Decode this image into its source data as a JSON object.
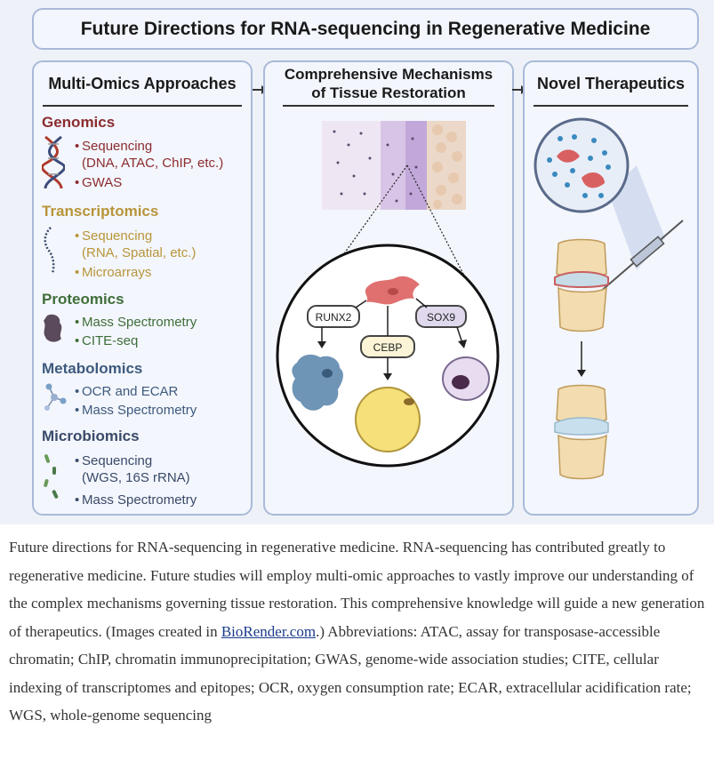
{
  "title": "Future Directions for RNA-sequencing in Regenerative Medicine",
  "panels": {
    "multiomics": {
      "heading": "Multi-Omics Approaches",
      "sections": [
        {
          "name": "Genomics",
          "icon": "dna-helix-icon",
          "color": "#8b2c30",
          "items": [
            [
              "Sequencing",
              "(DNA, ATAC, ChIP, etc.)"
            ],
            [
              "GWAS"
            ]
          ]
        },
        {
          "name": "Transcriptomics",
          "icon": "rna-strand-icon",
          "color": "#b8953a",
          "items": [
            [
              "Sequencing",
              "(RNA, Spatial, etc.)"
            ],
            [
              "Microarrays"
            ]
          ]
        },
        {
          "name": "Proteomics",
          "icon": "protein-icon",
          "color": "#3f6e3a",
          "items": [
            [
              "Mass Spectrometry"
            ],
            [
              "CITE-seq"
            ]
          ]
        },
        {
          "name": "Metabolomics",
          "icon": "metabolite-network-icon",
          "color": "#3e5a7e",
          "items": [
            [
              "OCR and ECAR"
            ],
            [
              "Mass Spectrometry"
            ]
          ]
        },
        {
          "name": "Microbiomics",
          "icon": "microbe-icon",
          "color": "#3a4a6a",
          "items": [
            [
              "Sequencing",
              "(WGS, 16S rRNA)"
            ],
            [
              "Mass Spectrometry"
            ]
          ]
        }
      ]
    },
    "mechanisms": {
      "heading_line1": "Comprehensive Mechanisms",
      "heading_line2": "of Tissue Restoration",
      "labels": {
        "runx2": "RUNX2",
        "cebp": "CEBP",
        "sox9": "SOX9"
      }
    },
    "therapeutics": {
      "heading": "Novel Therapeutics"
    }
  },
  "caption": {
    "text_before_link": "Future directions for RNA-sequencing in regenerative medicine. RNA-sequencing has contributed greatly to regenerative medicine. Future studies will employ multi-omic approaches to vastly improve our understanding of the complex mechanisms governing tissue restoration. This comprehensive knowledge will guide a new generation of therapeutics. (Images created in ",
    "link_text": "BioRender.com",
    "text_after_link": ".) Abbreviations: ATAC, assay for transposase-accessible chromatin; ChIP, chromatin immunoprecipitation; GWAS, genome-wide association studies; CITE, cellular indexing of transcriptomes and epitopes; OCR, oxygen consumption rate; ECAR, extracellular acidification rate; WGS, whole-genome sequencing"
  },
  "colors": {
    "panel_border": "#a9bad9",
    "panel_fill": "#f3f6fc",
    "figure_bg": "#eef2f8",
    "link": "#1a3a8a"
  }
}
